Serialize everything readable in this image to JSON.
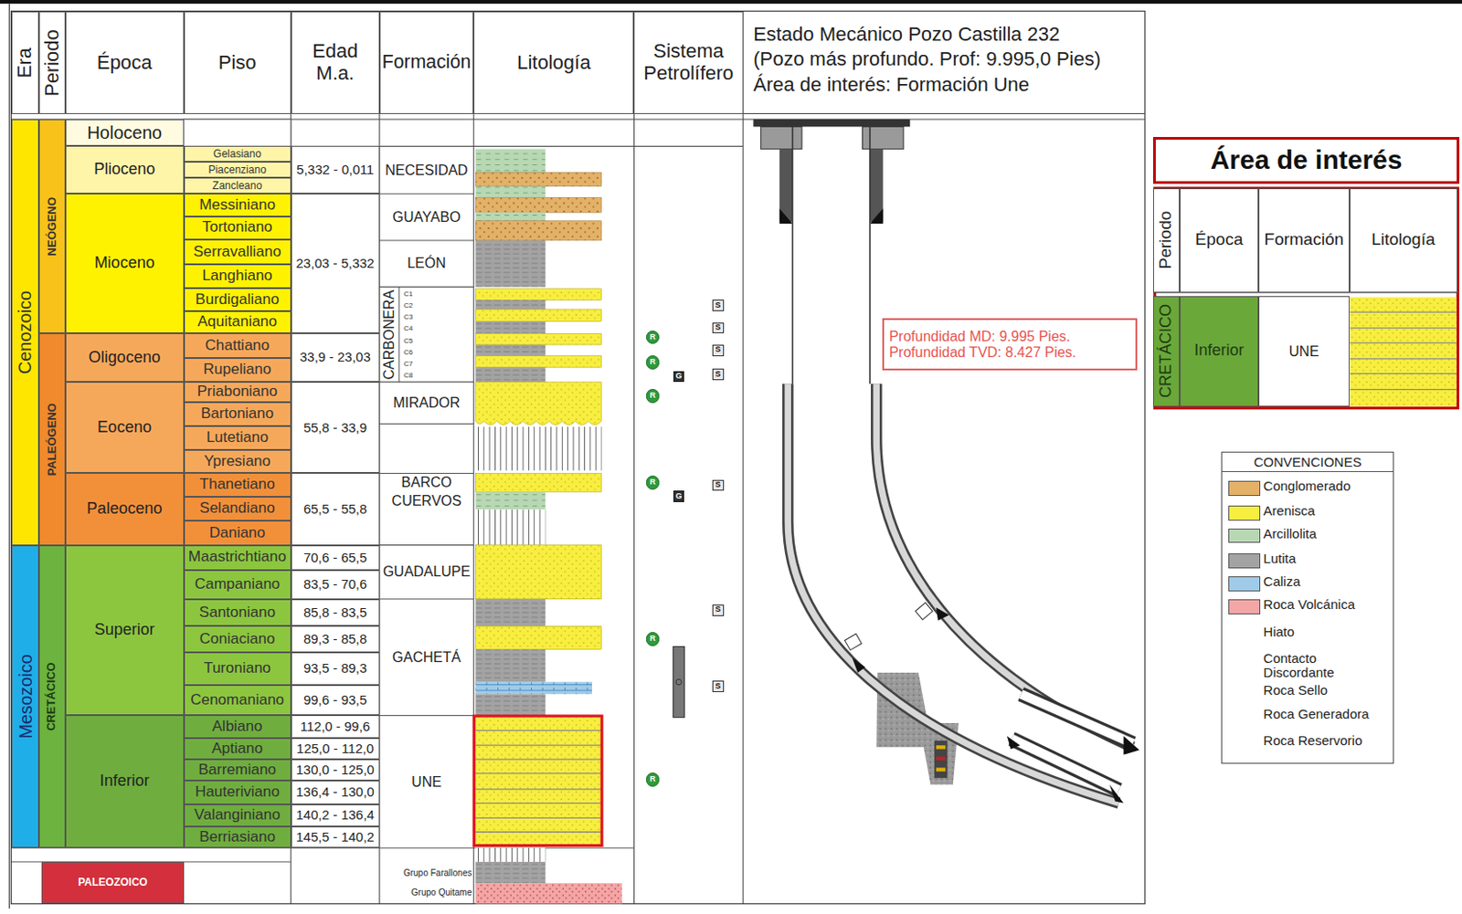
{
  "diagram": {
    "nodes": [
      {
        "text": [
          "Profundidad MD: 9.995 Pies.",
          "Profundidad TVD: 8.427 Pies."
        ]
      },
      {
        "text": [
          "Área de interés"
        ]
      },
      {
        "text": [
          "CONVENCIONES"
        ]
      }
    ],
    "labels": [
      "Era",
      "Periodo",
      "Época",
      "Piso",
      "Edad M.a.",
      "Formación",
      "Litología",
      "Sistema Petrolífero",
      "Estado Mecánico Pozo Castilla 232",
      "(Pozo más profundo. Prof: 9.995,0 Pies)",
      "Área de interés: Formación Une",
      "Cenozoico",
      "Mesozoico",
      "PALEOZOICO",
      "NEÓGENO",
      "PALEÓGENO",
      "CRETÁCICO",
      "Holoceno",
      "Plioceno",
      "Mioceno",
      "Oligoceno",
      "Eoceno",
      "Paleoceno",
      "Superior",
      "Inferior",
      "Gelasiano",
      "Piacenziano",
      "Zancleano",
      "Messiniano",
      "Tortoniano",
      "Serravalliano",
      "Langhiano",
      "Burdigaliano",
      "Aquitaniano",
      "Chattiano",
      "Rupeliano",
      "Priaboniano",
      "Bartoniano",
      "Lutetiano",
      "Ypresiano",
      "Thanetiano",
      "Selandiano",
      "Daniano",
      "Maastrichtiano",
      "Campaniano",
      "Santoniano",
      "Coniaciano",
      "Turoniano",
      "Cenomaniano",
      "Albiano",
      "Aptiano",
      "Barremiano",
      "Hauteriviano",
      "Valanginiano",
      "Berriasiano",
      "5,332 - 0,011",
      "23,03 - 5,332",
      "33,9 - 23,03",
      "55,8 - 33,9",
      "65,5 - 55,8",
      "70,6 - 65,5",
      "83,5 - 70,6",
      "85,8 - 83,5",
      "89,3 - 85,8",
      "93,5 - 89,3",
      "99,6 - 93,5",
      "112,0 - 99,6",
      "125,0 - 112,0",
      "130,0 - 125,0",
      "136,4 - 130,0",
      "140,2 - 136,4",
      "145,5 - 140,2",
      "NECESIDAD",
      "GUAYABO",
      "LEÓN",
      "CARBONERA",
      "C1",
      "C2",
      "C3",
      "C4",
      "C5",
      "C6",
      "C7",
      "C8",
      "MIRADOR",
      "BARCO",
      "CUERVOS",
      "GUADALUPE",
      "GACHETÁ",
      "UNE",
      "Grupo Farallones",
      "Grupo Quitame",
      "R",
      "R",
      "R",
      "R",
      "R",
      "R",
      "G",
      "G",
      "S",
      "S",
      "S",
      "S",
      "S",
      "S",
      "S",
      "Periodo",
      "Época",
      "Formación",
      "Litología",
      "CRETÁCICO",
      "Inferior",
      "UNE",
      "S",
      "G",
      "R"
    ],
    "legend": [
      {
        "text": "Conglomerado",
        "color": "#e3b167"
      },
      {
        "text": "Arenisca",
        "color": "#f7ee40"
      },
      {
        "text": "Arcillolita",
        "color": "#b8d8b4"
      },
      {
        "text": "Lutita",
        "color": "#a3a3a3"
      },
      {
        "text": "Caliza",
        "color": "#9fcbe9"
      },
      {
        "text": "Roca Volcánica",
        "color": "#f3a6a6"
      },
      {
        "text": "Hiato"
      },
      {
        "text": "Contacto Discordante"
      },
      {
        "text": "Roca Sello"
      },
      {
        "text": "Roca Generadora"
      },
      {
        "text": "Roca Reservorio"
      }
    ]
  }
}
